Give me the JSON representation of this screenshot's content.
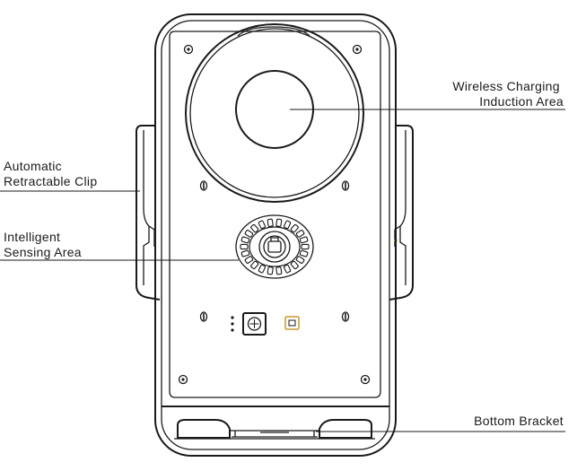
{
  "callouts": {
    "wireless_charging": [
      "Wireless Charging",
      "Induction Area"
    ],
    "retractable_clip": [
      "Automatic",
      "Retractable Clip"
    ],
    "intelligent_sensing": [
      "Intelligent",
      "Sensing Area"
    ],
    "bottom_bracket": [
      "Bottom Bracket"
    ]
  },
  "colors": {
    "line": "#1a1a1a",
    "indicator": "#c89a2a",
    "background": "#ffffff"
  }
}
